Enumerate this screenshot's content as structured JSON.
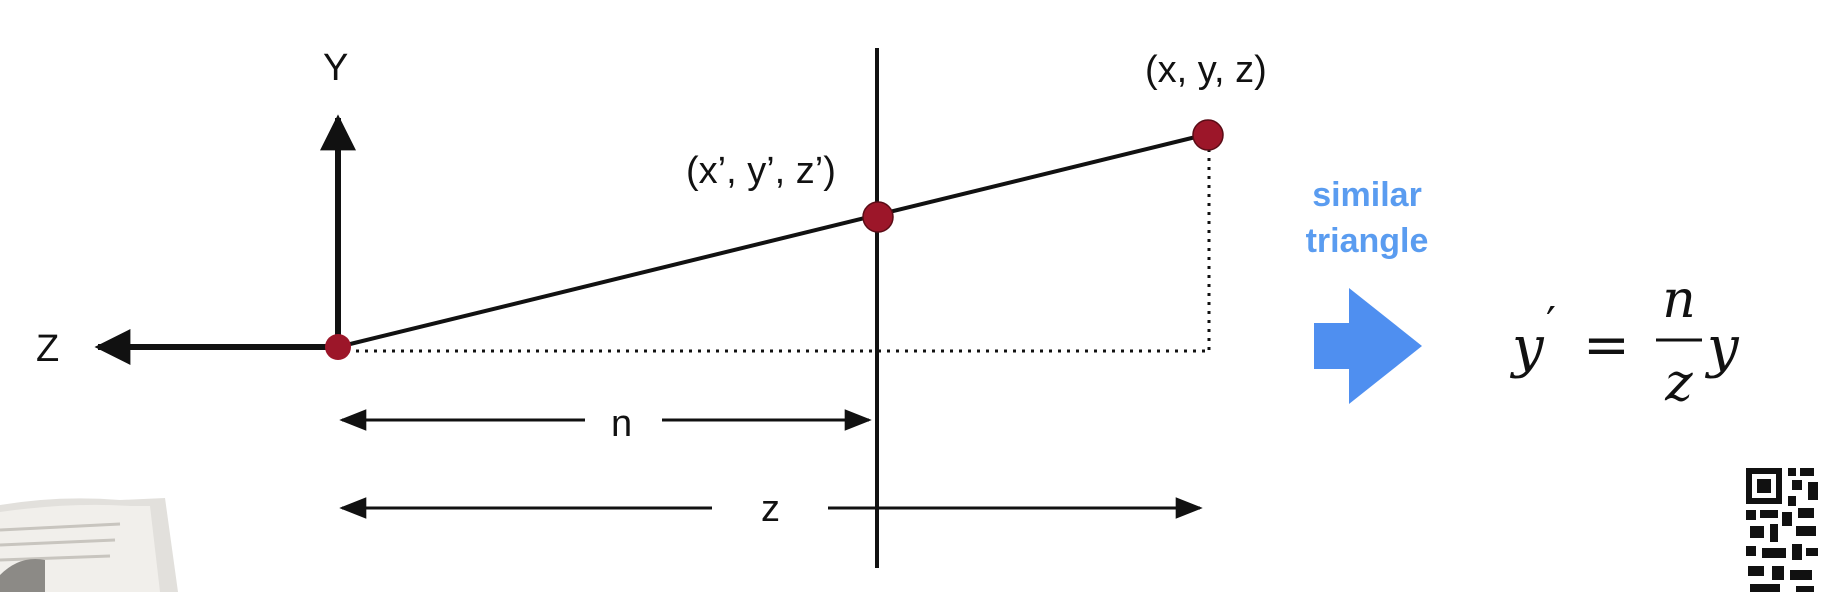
{
  "labels": {
    "y_axis": "Y",
    "z_axis": "Z",
    "point_far": "(x, y, z)",
    "point_near": "(x’, y’, z’)",
    "dist_n": "n",
    "dist_z": "z"
  },
  "annotation": {
    "line1": "similar",
    "line2": "triangle"
  },
  "equation": {
    "lhs_var": "y",
    "lhs_prime": "′",
    "equals": "=",
    "numerator": "n",
    "denominator": "z",
    "rhs_var": "y"
  },
  "colors": {
    "stroke": "#111111",
    "point_fill": "#9c1629",
    "accent_blue": "#5a9cf0",
    "arrow_blue": "#4f8ff0"
  },
  "icons": {
    "arrow": "right-arrow-icon",
    "qr": "qr-code-icon"
  }
}
